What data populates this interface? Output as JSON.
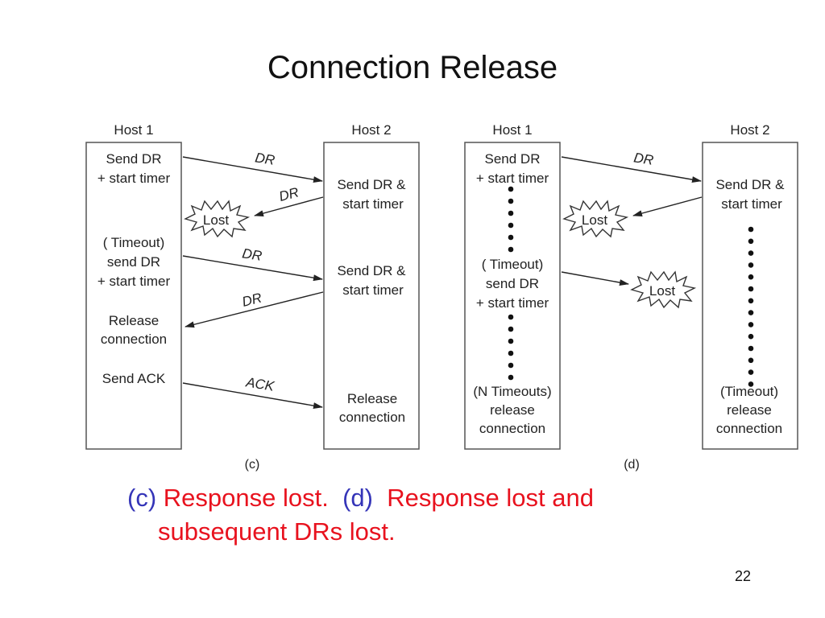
{
  "slide": {
    "title": "Connection Release",
    "page_number": "22"
  },
  "caption": {
    "c_tag": "(c)",
    "c_text": "Response lost.",
    "d_tag": "(d)",
    "d_text_line1": "Response lost and",
    "d_text_line2": "subsequent DRs lost."
  },
  "diagram_c": {
    "label": "(c)",
    "host1": {
      "header": "Host 1",
      "events": [
        [
          "Send DR",
          "+ start timer"
        ],
        [
          "( Timeout)",
          "send DR",
          "+ start timer"
        ],
        [
          "Release",
          "connection"
        ],
        [
          "Send ACK"
        ]
      ]
    },
    "host2": {
      "header": "Host 2",
      "events": [
        [
          "Send DR &",
          "start timer"
        ],
        [
          "Send DR &",
          "start timer"
        ],
        [
          "Release",
          "connection"
        ]
      ]
    },
    "messages": [
      {
        "label": "DR",
        "direction": "host1-to-host2",
        "lost": false
      },
      {
        "label": "DR",
        "direction": "host2-to-host1",
        "lost": true
      },
      {
        "label": "DR",
        "direction": "host1-to-host2",
        "lost": false
      },
      {
        "label": "DR",
        "direction": "host2-to-host1",
        "lost": false
      },
      {
        "label": "ACK",
        "direction": "host1-to-host2",
        "lost": false
      }
    ],
    "lost_label": "Lost"
  },
  "diagram_d": {
    "label": "(d)",
    "host1": {
      "header": "Host 1",
      "events": [
        [
          "Send DR",
          "+ start timer"
        ],
        [
          "( Timeout)",
          "send DR",
          "+ start timer"
        ],
        [
          "(N Timeouts)",
          "release",
          "connection"
        ]
      ]
    },
    "host2": {
      "header": "Host 2",
      "events": [
        [
          "Send DR &",
          "start timer"
        ],
        [
          "(Timeout)",
          "release",
          "connection"
        ]
      ]
    },
    "messages": [
      {
        "label": "DR",
        "direction": "host1-to-host2",
        "lost": false
      },
      {
        "label": "",
        "direction": "host2-to-host1",
        "lost": true
      },
      {
        "label": "",
        "direction": "host1-to-host2",
        "lost": true
      }
    ],
    "lost_label": "Lost"
  }
}
